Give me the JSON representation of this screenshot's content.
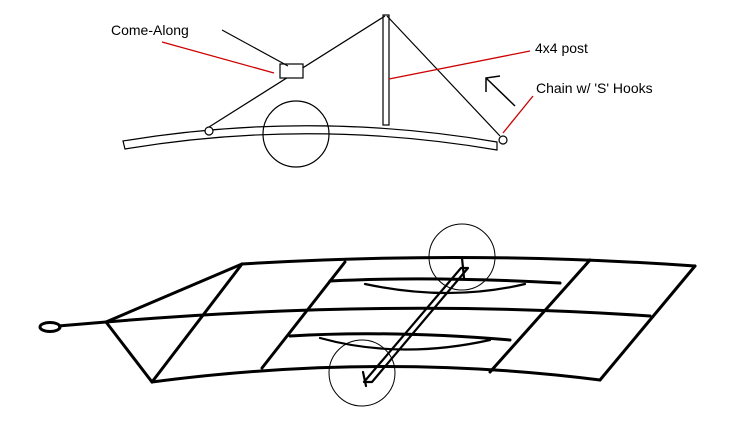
{
  "labels": {
    "come_along": "Come-Along",
    "post": "4x4 post",
    "chain": "Chain w/ 'S' Hooks"
  },
  "colors": {
    "background": "#ffffff",
    "line": "#000000",
    "callout": "#cc0000"
  }
}
